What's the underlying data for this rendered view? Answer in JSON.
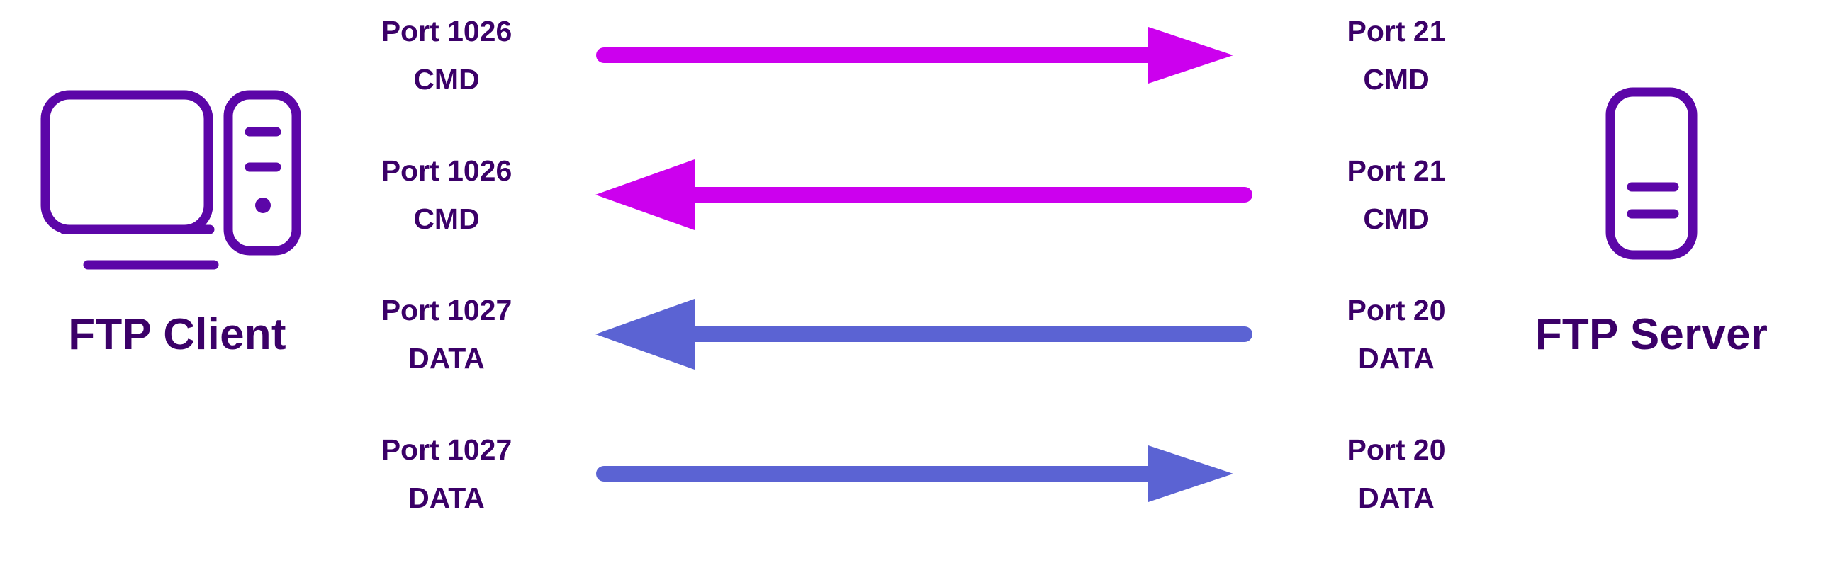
{
  "diagram": {
    "title": "FTP Client / FTP Server port and arrow diagram",
    "colors": {
      "text_purple": "#3B0068",
      "icon_purple": "#5C06A8",
      "cmd_magenta": "#CC00EE",
      "data_blue": "#5B63D3",
      "background": "#FFFFFF"
    }
  },
  "client": {
    "label": "FTP Client",
    "icon": "desktop-computer-icon"
  },
  "server": {
    "label": "FTP Server",
    "icon": "server-tower-icon"
  },
  "flows": [
    {
      "left_port": "Port 1026",
      "left_proto": "CMD",
      "right_port": "Port 21",
      "right_proto": "CMD",
      "direction": "right",
      "color": "#CC00EE",
      "channel": "CMD"
    },
    {
      "left_port": "Port 1026",
      "left_proto": "CMD",
      "right_port": "Port 21",
      "right_proto": "CMD",
      "direction": "left",
      "color": "#CC00EE",
      "channel": "CMD"
    },
    {
      "left_port": "Port 1027",
      "left_proto": "DATA",
      "right_port": "Port 20",
      "right_proto": "DATA",
      "direction": "left",
      "color": "#5B63D3",
      "channel": "DATA"
    },
    {
      "left_port": "Port 1027",
      "left_proto": "DATA",
      "right_port": "Port 20",
      "right_proto": "DATA",
      "direction": "right",
      "color": "#5B63D3",
      "channel": "DATA"
    }
  ]
}
